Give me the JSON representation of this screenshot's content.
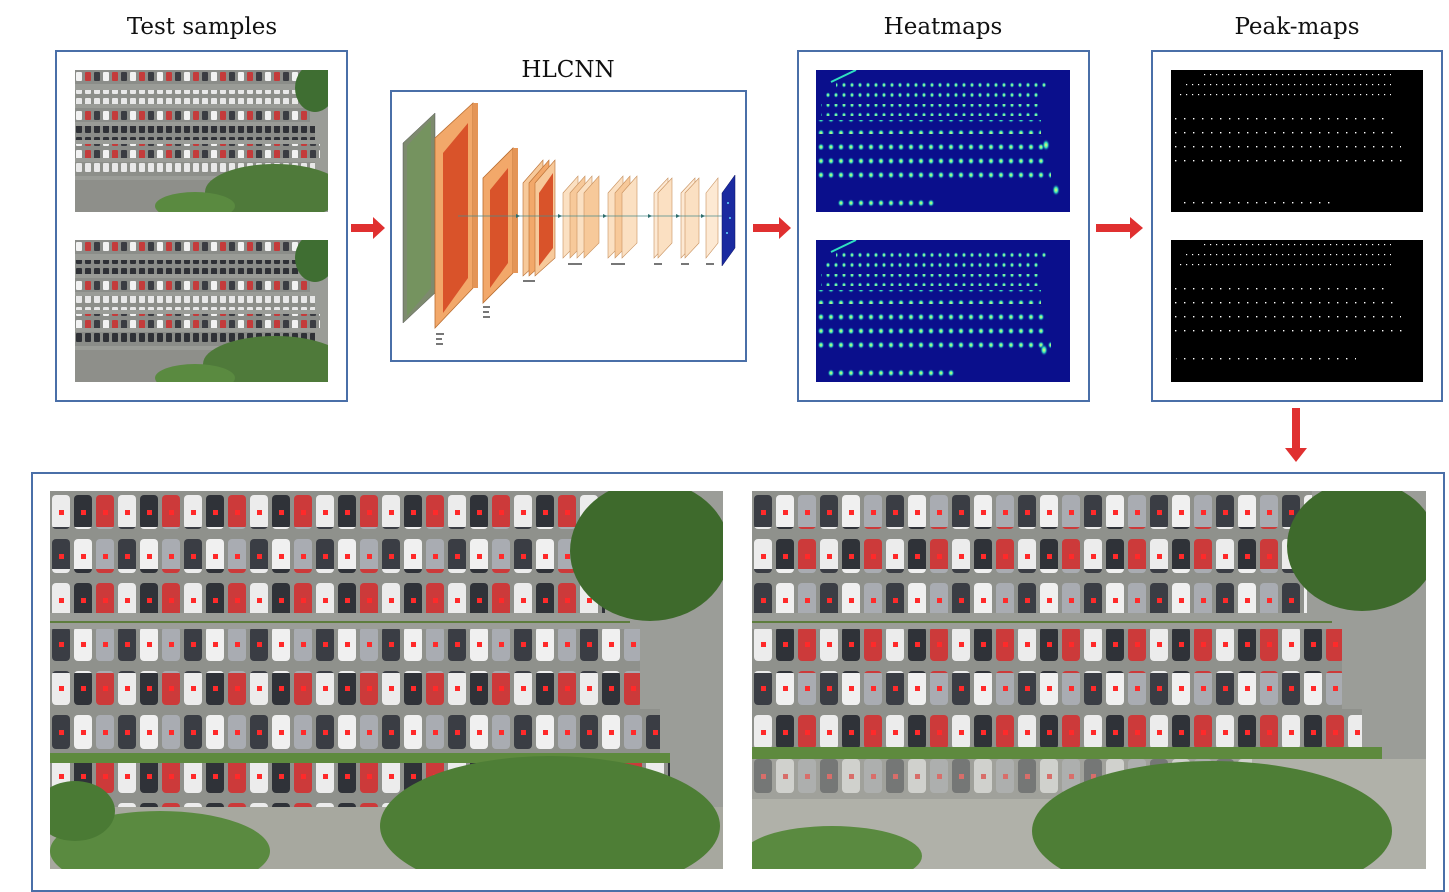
{
  "titles": {
    "test_samples": "Test samples",
    "hlcnn": "HLCNN",
    "heatmaps": "Heatmaps",
    "peak_maps": "Peak-maps"
  },
  "colors": {
    "frame": "#4a6fa8",
    "arrow": "#e03030",
    "heatmap_bg": "#0a0f8c",
    "peak_bg": "#000000",
    "layer_orange": "#f2a86a",
    "layer_red": "#d9532a",
    "layer_light": "#fbe0c2",
    "output_layer": "#1a2aa0"
  },
  "icons": {
    "arrow": "arrow-right-icon",
    "arrow_down": "arrow-down-icon"
  }
}
